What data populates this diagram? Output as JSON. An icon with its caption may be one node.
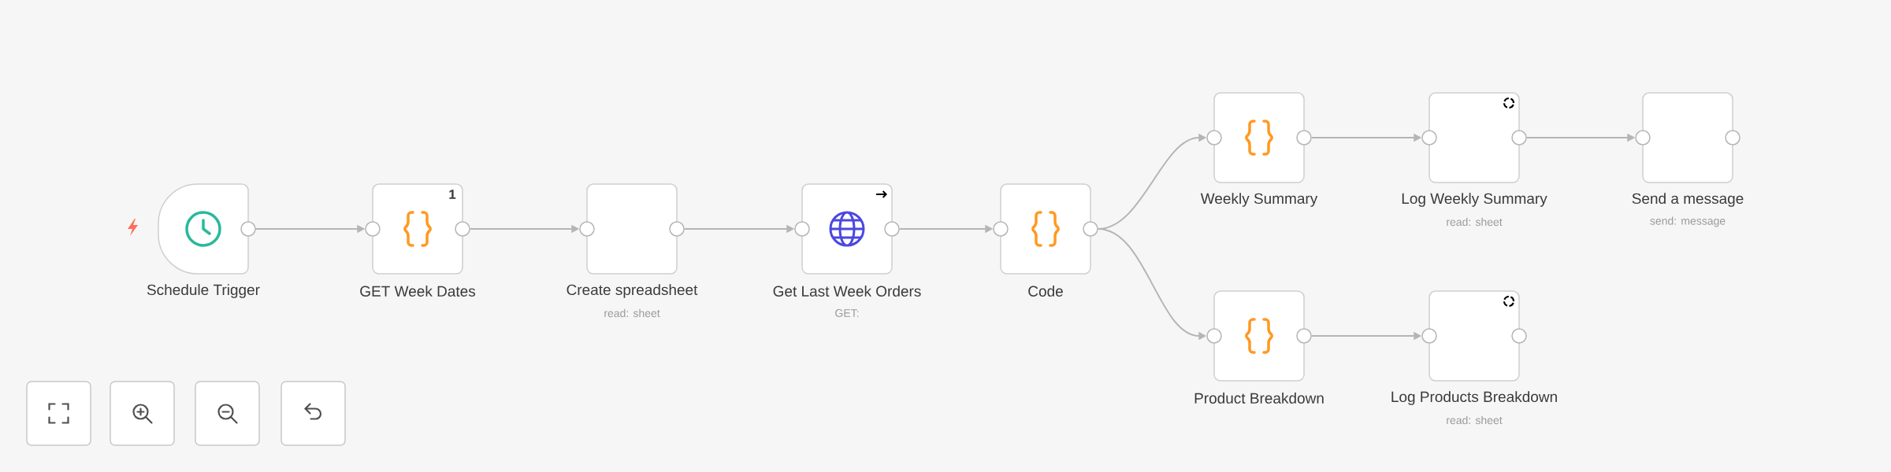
{
  "diagram": {
    "nodes": [
      {
        "text": [
          "Schedule Trigger"
        ]
      },
      {
        "text": [
          "1",
          "GET Week Dates"
        ]
      },
      {
        "text": [
          "Create spreadsheet",
          "read: sheet"
        ]
      },
      {
        "text": [
          "Get Last Week Orders",
          "GET:"
        ]
      },
      {
        "text": [
          "Code"
        ]
      },
      {
        "text": [
          "Weekly Summary"
        ]
      },
      {
        "text": [
          "Log Weekly Summary",
          "read: sheet"
        ]
      },
      {
        "text": [
          "Send a message",
          "send: message"
        ]
      },
      {
        "text": [
          "Product Breakdown"
        ]
      },
      {
        "text": [
          "Log Products Breakdown",
          "read: sheet"
        ]
      }
    ],
    "edges": [
      {
        "from": 0,
        "to": 1,
        "arrow": "to"
      },
      {
        "from": 1,
        "to": 2,
        "arrow": "to"
      },
      {
        "from": 2,
        "to": 3,
        "arrow": "to"
      },
      {
        "from": 3,
        "to": 4,
        "arrow": "to"
      },
      {
        "from": 4,
        "to": 5,
        "arrow": "to"
      },
      {
        "from": 4,
        "to": 8,
        "arrow": "to"
      },
      {
        "from": 5,
        "to": 6,
        "arrow": "to"
      },
      {
        "from": 6,
        "to": 7,
        "arrow": "to"
      },
      {
        "from": 8,
        "to": 9,
        "arrow": "to"
      }
    ]
  }
}
